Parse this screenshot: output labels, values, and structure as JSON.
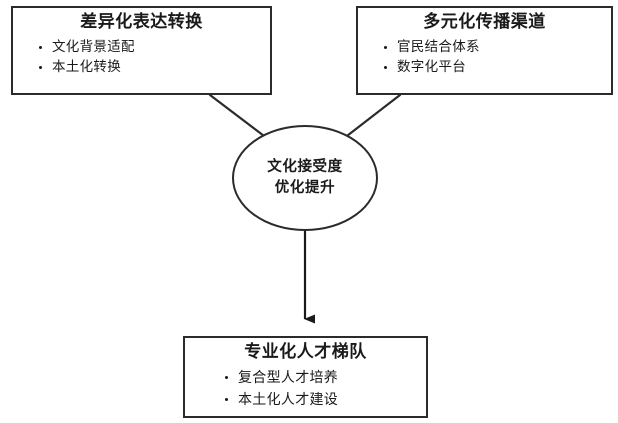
{
  "diagram": {
    "type": "hub-and-spoke-flow",
    "orientation": "top-down",
    "line_color": "#2b2b2b",
    "background_color": "#ffffff",
    "nodes": {
      "top_left": {
        "shape": "rectangle",
        "title": "差异化表达转换",
        "items": [
          "文化背景适配",
          "本土化转换"
        ]
      },
      "top_right": {
        "shape": "rectangle",
        "title": "多元化传播渠道",
        "items": [
          "官民结合体系",
          "数字化平台"
        ]
      },
      "hub": {
        "shape": "circle",
        "line1": "文化接受度",
        "line2": "优化提升"
      },
      "bottom": {
        "shape": "rectangle",
        "title": "专业化人才梯队",
        "items": [
          "复合型人才培养",
          "本土化人才建设"
        ]
      }
    },
    "connectors": [
      {
        "name": "top-left-to-hub",
        "from": "top_left",
        "to": "hub",
        "style": "plain-line",
        "arrowhead": false
      },
      {
        "name": "top-right-to-hub",
        "from": "top_right",
        "to": "hub",
        "style": "plain-line",
        "arrowhead": false
      },
      {
        "name": "hub-to-bottom",
        "from": "hub",
        "to": "bottom",
        "style": "straight-line",
        "arrowhead": true
      }
    ]
  }
}
